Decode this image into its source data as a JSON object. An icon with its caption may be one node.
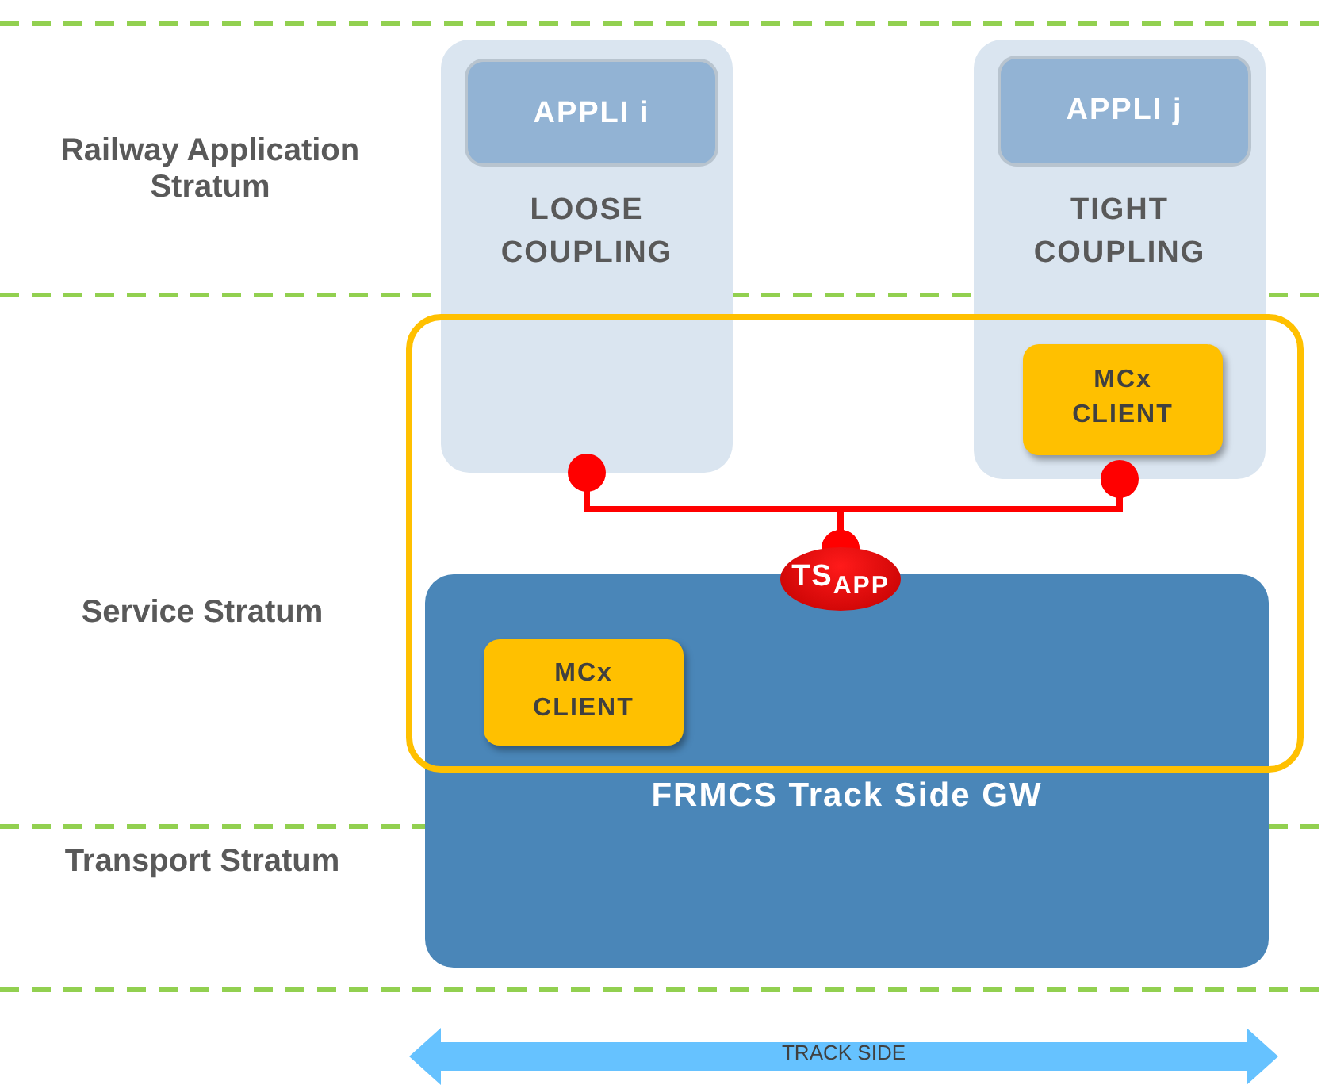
{
  "diagram": {
    "nodes": [
      {
        "text": [
          "LOOSE COUPLING"
        ]
      },
      {
        "text": [
          "APPLI i"
        ],
        "in": 0
      },
      {
        "text": [
          "TIGHT COUPLING"
        ]
      },
      {
        "text": [
          "APPLI j"
        ],
        "in": 2
      },
      {
        "text": [
          "MCx CLIENT"
        ],
        "in": 2
      },
      {
        "text": [
          "TS$_{APP}$"
        ]
      },
      {
        "text": [
          "FRMCS Track Side GW"
        ]
      },
      {
        "text": [
          "MCx CLIENT"
        ],
        "in": 6
      }
    ],
    "edges": [
      {
        "from": 5,
        "to": 0,
        "arrow": "other"
      },
      {
        "from": 5,
        "to": 2,
        "arrow": "other"
      }
    ],
    "labels": [
      "Railway Application Stratum",
      "Service Stratum",
      "Transport Stratum",
      "TRACK SIDE"
    ]
  }
}
